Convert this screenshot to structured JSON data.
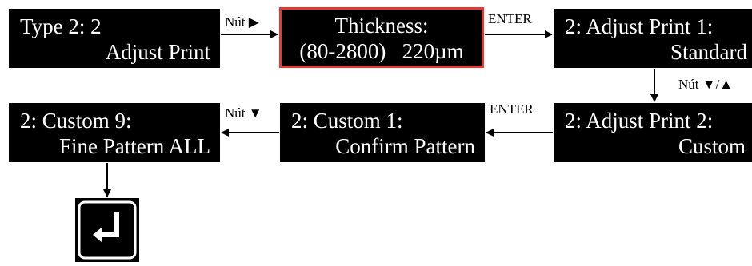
{
  "boxes": {
    "type2": {
      "line1": "Type 2: 2",
      "line2": "Adjust Print"
    },
    "thickness": {
      "line1": "Thickness:",
      "line2": "(80-2800)   220µm"
    },
    "adjust1": {
      "line1": "2: Adjust Print 1:",
      "line2": "Standard"
    },
    "adjust2": {
      "line1": "2: Adjust Print 2:",
      "line2": "Custom"
    },
    "custom1": {
      "line1": "2: Custom 1:",
      "line2": "Confirm Pattern"
    },
    "custom9": {
      "line1": "2: Custom 9:",
      "line2": "Fine Pattern ALL"
    }
  },
  "labels": {
    "nut_right": "Nút ▶",
    "enter_top": "ENTER",
    "nut_updown": "Nút ▼/▲",
    "enter_mid": "ENTER",
    "nut_down": "Nút ▼"
  },
  "icons": {
    "enter_key": "enter-key-icon"
  }
}
